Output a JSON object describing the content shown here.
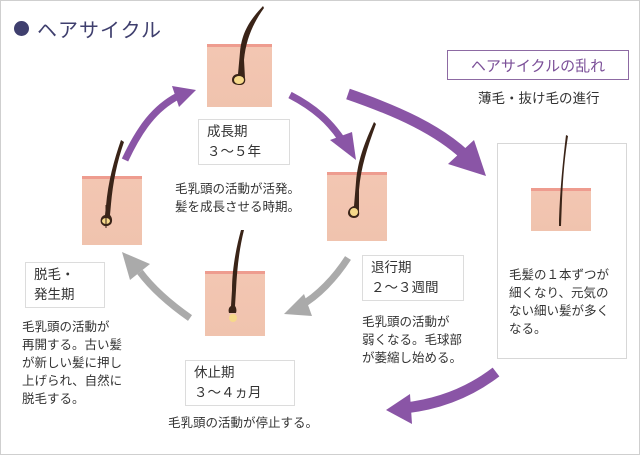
{
  "title": "ヘアサイクル",
  "disorder_label": "ヘアサイクルの乱れ",
  "disorder_caption": "薄毛・抜け毛の進行",
  "right_panel_text": "毛髪の１本ずつが\n細くなり、元気の\nない細い髪が多く\nなる。",
  "stages": {
    "growth": {
      "label": "成長期\n３～５年",
      "desc": "毛乳頭の活動が活発。\n髪を成長させる時期。"
    },
    "regression": {
      "label": "退行期\n２～３週間",
      "desc": "毛乳頭の活動が\n弱くなる。毛球部\nが萎縮し始める。"
    },
    "resting": {
      "label": "休止期\n３～４ヵ月",
      "desc": "毛乳頭の活動が停止する。"
    },
    "shedding": {
      "label": "脱毛・\n発生期",
      "desc": "毛乳頭の活動が\n再開する。古い髪\nが新しい髪に押し\n上げられ、自然に\n脱毛する。"
    }
  },
  "colors": {
    "title": "#3f3f6e",
    "purple_arrow": "#8a55a6",
    "gray_arrow": "#aaaaaa",
    "skin": "#f3c6b2",
    "skin_top": "#ee9c8f",
    "hair": "#3a2418",
    "bulb": "#f6d98a"
  }
}
